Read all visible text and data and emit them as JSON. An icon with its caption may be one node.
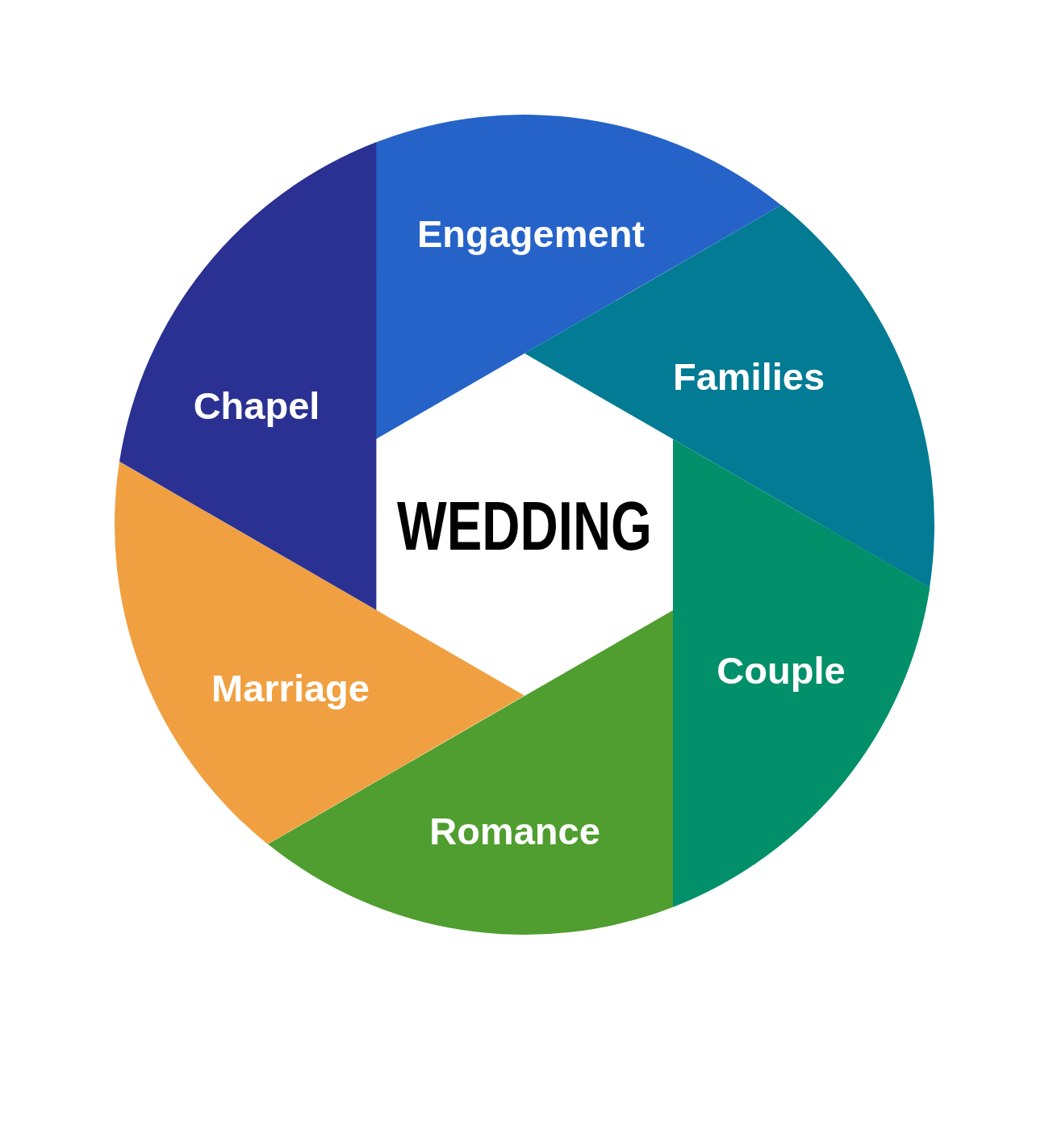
{
  "diagram": {
    "nodes": [
      {
        "text": [
          "WEDDING"
        ]
      },
      {
        "text": [
          "Engagement"
        ]
      },
      {
        "text": [
          "Families"
        ]
      },
      {
        "text": [
          "Couple"
        ]
      },
      {
        "text": [
          "Romance"
        ]
      },
      {
        "text": [
          "Marriage"
        ]
      },
      {
        "text": [
          "Chapel"
        ]
      }
    ]
  }
}
